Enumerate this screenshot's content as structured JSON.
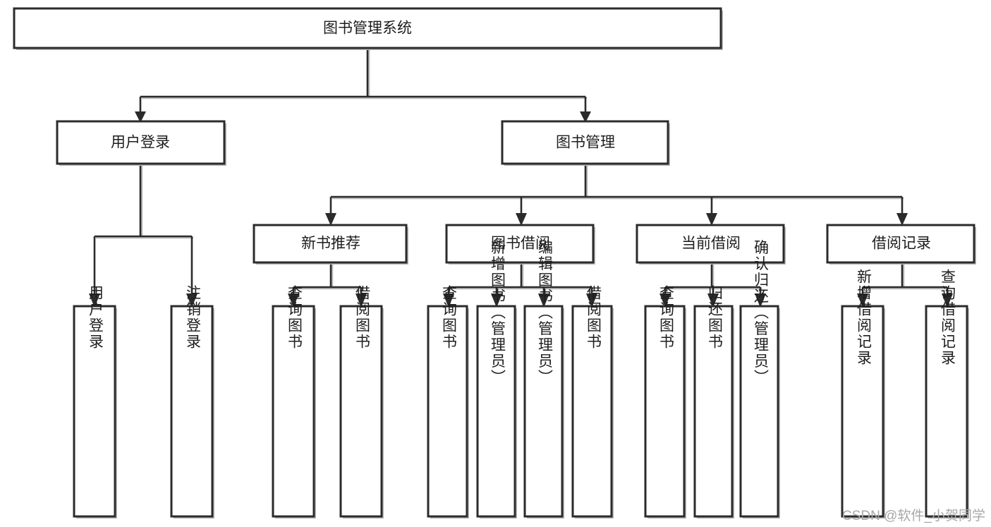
{
  "diagram": {
    "type": "tree-hierarchy-chart",
    "title": "图书管理系统",
    "orientation": "top-down",
    "colors": {
      "box_border": "#2b2b2b",
      "box_fill": "#ffffff",
      "connector": "#2b2b2b",
      "shadow": "#bdbdbd",
      "text": "#1d1d1d",
      "watermark": "#a8a8a8",
      "background": "#ffffff"
    },
    "root": {
      "id": "root",
      "label": "图书管理系统",
      "orientation": "horizontal"
    },
    "level2": [
      {
        "id": "user-login",
        "label": "用户登录",
        "orientation": "horizontal"
      },
      {
        "id": "book-management",
        "label": "图书管理",
        "orientation": "horizontal"
      }
    ],
    "level3": [
      {
        "id": "new-book-recommend",
        "label": "新书推荐",
        "orientation": "horizontal",
        "parent": "book-management"
      },
      {
        "id": "book-borrow",
        "label": "图书借阅",
        "orientation": "horizontal",
        "parent": "book-management"
      },
      {
        "id": "current-borrow",
        "label": "当前借阅",
        "orientation": "horizontal",
        "parent": "book-management"
      },
      {
        "id": "borrow-record",
        "label": "借阅记录",
        "orientation": "horizontal",
        "parent": "book-management"
      }
    ],
    "leaves": [
      {
        "id": "leaf-user-login",
        "label": "用户登录",
        "orientation": "vertical",
        "parent": "user-login"
      },
      {
        "id": "leaf-logout-login",
        "label": "注销登录",
        "orientation": "vertical",
        "parent": "user-login"
      },
      {
        "id": "leaf-query-book-1",
        "label": "查询图书",
        "orientation": "vertical",
        "parent": "new-book-recommend"
      },
      {
        "id": "leaf-borrow-book-1",
        "label": "借阅图书",
        "orientation": "vertical",
        "parent": "new-book-recommend"
      },
      {
        "id": "leaf-query-book-2",
        "label": "查询图书",
        "orientation": "vertical",
        "parent": "book-borrow"
      },
      {
        "id": "leaf-add-book",
        "label": "新增图书（管理员）",
        "orientation": "vertical",
        "parent": "book-borrow"
      },
      {
        "id": "leaf-edit-book",
        "label": "编辑图书（管理员）",
        "orientation": "vertical",
        "parent": "book-borrow"
      },
      {
        "id": "leaf-borrow-book-2",
        "label": "借阅图书",
        "orientation": "vertical",
        "parent": "book-borrow"
      },
      {
        "id": "leaf-query-book-3",
        "label": "查询图书",
        "orientation": "vertical",
        "parent": "current-borrow"
      },
      {
        "id": "leaf-return-book",
        "label": "归还图书",
        "orientation": "vertical",
        "parent": "current-borrow"
      },
      {
        "id": "leaf-confirm-return",
        "label": "确认归还（管理员）",
        "orientation": "vertical",
        "parent": "current-borrow"
      },
      {
        "id": "leaf-add-record",
        "label": "新增借阅记录",
        "orientation": "vertical",
        "parent": "borrow-record"
      },
      {
        "id": "leaf-query-record",
        "label": "查询借阅记录",
        "orientation": "vertical",
        "parent": "borrow-record"
      }
    ],
    "watermark": "CSDN @软件_小贺同学"
  }
}
